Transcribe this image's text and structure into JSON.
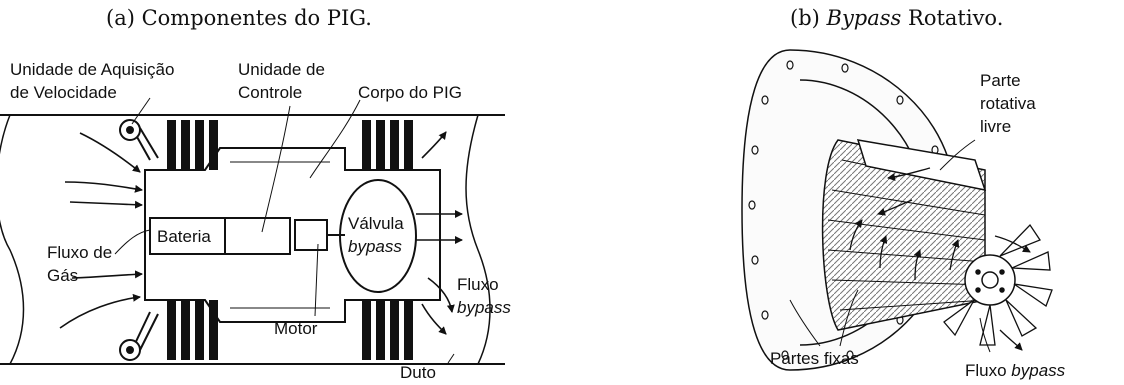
{
  "figure_a": {
    "caption": "(a) Componentes do PIG.",
    "labels": {
      "speed_unit_line1": "Unidade de Aquisição",
      "speed_unit_line2": "de Velocidade",
      "control_unit_line1": "Unidade de",
      "control_unit_line2": "Controle",
      "pig_body": "Corpo do PIG",
      "battery": "Bateria",
      "valve_line1": "Válvula",
      "valve_line2": "bypass",
      "gas_flow_line1": "Fluxo de",
      "gas_flow_line2": "Gás",
      "bypass_flow_line1": "Fluxo",
      "bypass_flow_line2": "bypass",
      "motor": "Motor",
      "duct": "Duto"
    }
  },
  "figure_b": {
    "caption_prefix": "(b) ",
    "caption_italic": "Bypass",
    "caption_suffix": " Rotativo.",
    "labels": {
      "rotating_line1": "Parte",
      "rotating_line2": "rotativa",
      "rotating_line3": "livre",
      "fixed_parts": "Partes fixas",
      "bypass_flow_prefix": "Fluxo ",
      "bypass_flow_italic": "bypass"
    }
  }
}
